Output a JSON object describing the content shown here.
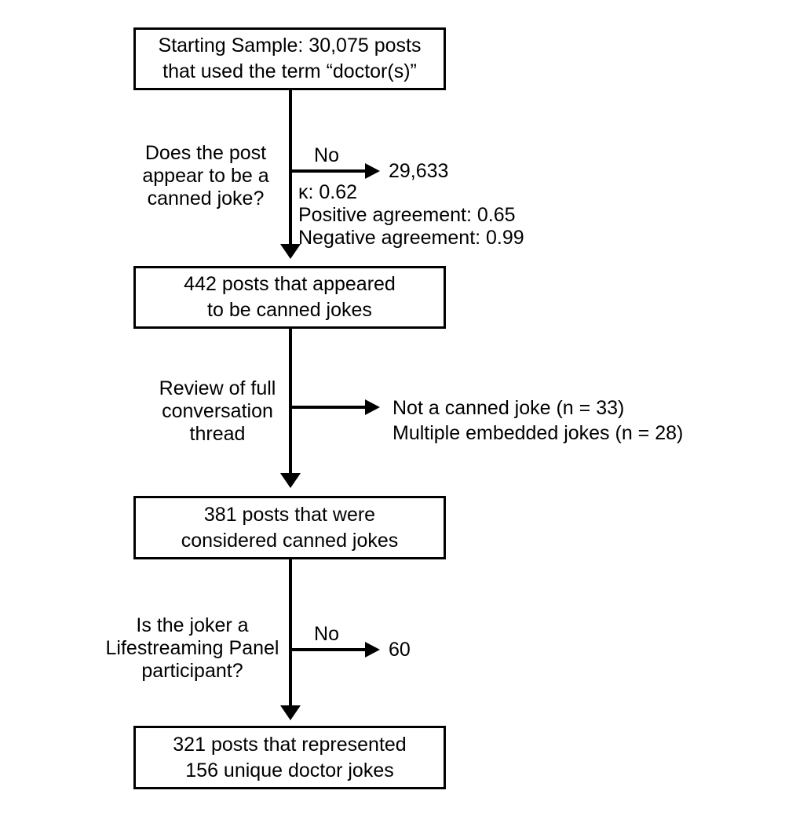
{
  "flow": {
    "colors": {
      "background": "#ffffff",
      "line": "#000000",
      "text": "#000000",
      "box_border": "#000000"
    },
    "boxes": [
      {
        "id": "starting-sample",
        "lines": [
          "Starting Sample: 30,075 posts",
          "that used the term “doctor(s)”"
        ]
      },
      {
        "id": "canned-joke-candidates",
        "lines": [
          "442 posts that appeared",
          "to be canned jokes"
        ]
      },
      {
        "id": "confirmed-canned-jokes",
        "lines": [
          "381 posts that were",
          "considered canned jokes"
        ]
      },
      {
        "id": "final-sample",
        "lines": [
          "321 posts that represented",
          "156 unique doctor jokes"
        ]
      }
    ],
    "steps": [
      {
        "question": [
          "Does the post",
          "appear to be a",
          "canned joke?"
        ],
        "branch_label": "No",
        "excluded_count": "29,633",
        "stats": [
          "κ: 0.62",
          "Positive agreement: 0.65",
          "Negative agreement: 0.99"
        ]
      },
      {
        "question": [
          "Review of full",
          "conversation",
          "thread"
        ],
        "excluded_lines": [
          "Not a canned joke (n = 33)",
          "Multiple embedded jokes (n = 28)"
        ]
      },
      {
        "question": [
          "Is the joker a",
          "Lifestreaming Panel",
          "participant?"
        ],
        "branch_label": "No",
        "excluded_count": "60"
      }
    ]
  }
}
